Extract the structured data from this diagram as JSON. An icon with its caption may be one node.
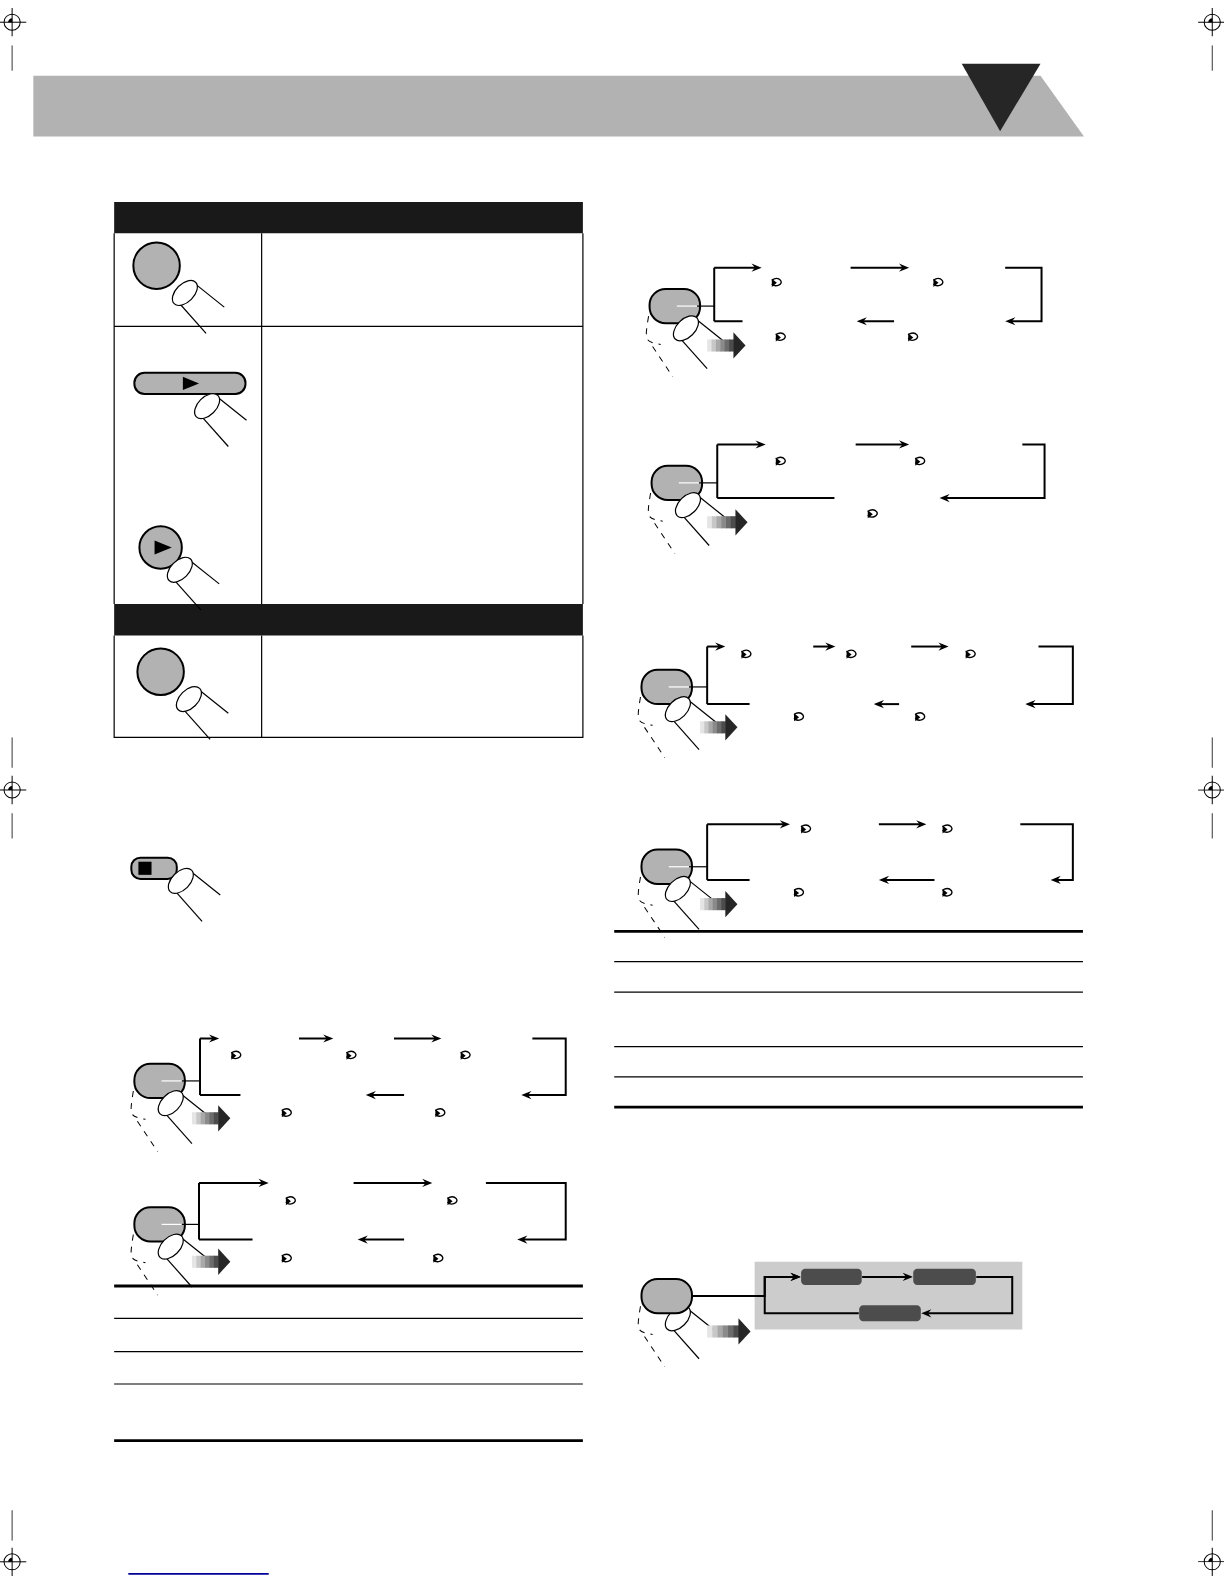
{
  "diagram": {
    "nodes": [
      {
        "text": [],
        "shape": "band"
      },
      {
        "text": [],
        "shape": "box",
        "in": 0
      },
      {
        "text": [],
        "shape": "box",
        "in": 0
      },
      {
        "text": [],
        "shape": "box",
        "in": 0
      },
      {
        "text": [],
        "shape": "button"
      }
    ],
    "edges": [
      {
        "from": 1,
        "to": 2,
        "arrow": "to"
      },
      {
        "from": 2,
        "to": 3,
        "arrow": "to"
      },
      {
        "from": 3,
        "to": 1,
        "arrow": "to"
      },
      {
        "from": 4,
        "to": 1,
        "arrow": "to"
      }
    ]
  }
}
